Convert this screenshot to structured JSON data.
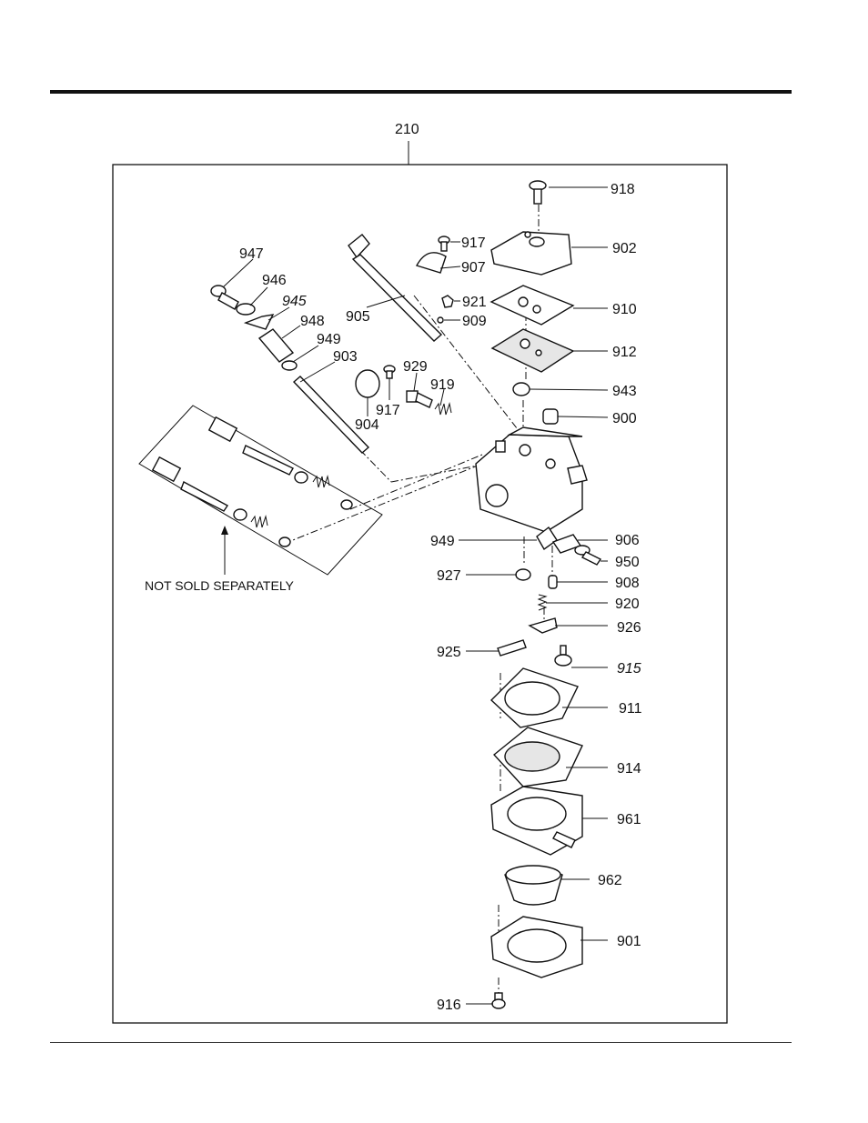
{
  "assembly_ref": "210",
  "note": "NOT SOLD SEPARATELY",
  "parts": {
    "p918": "918",
    "p902": "902",
    "p917a": "917",
    "p907": "907",
    "p921": "921",
    "p909": "909",
    "p910": "910",
    "p912": "912",
    "p947": "947",
    "p946": "946",
    "p945": "945",
    "p948": "948",
    "p905": "905",
    "p949a": "949",
    "p903": "903",
    "p929": "929",
    "p919": "919",
    "p943": "943",
    "p900": "900",
    "p917b": "917",
    "p904": "904",
    "p949b": "949",
    "p906": "906",
    "p950": "950",
    "p927": "927",
    "p908": "908",
    "p920": "920",
    "p926": "926",
    "p925": "925",
    "p915": "915",
    "p911": "911",
    "p914": "914",
    "p961": "961",
    "p962": "962",
    "p901": "901",
    "p916": "916"
  }
}
